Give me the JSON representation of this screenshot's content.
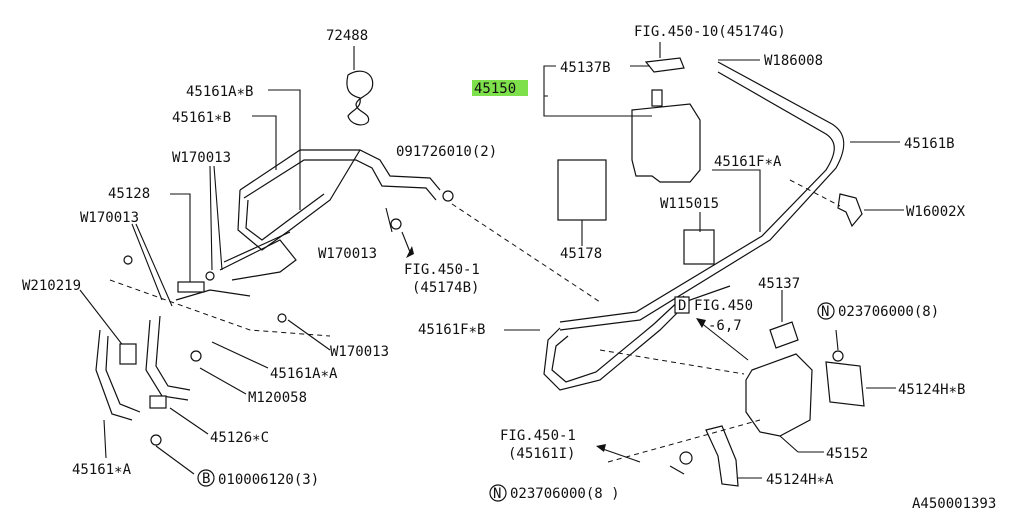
{
  "diagram": {
    "highlight_color": "#7ee04a",
    "footer_code": "A450001393",
    "labels": {
      "l72488": "72488",
      "l45161aB": "45161A∗B",
      "l45161B1": "45161∗B",
      "lW170013a": "W170013",
      "l45128": "45128",
      "lW170013b": "W170013",
      "lW210219": "W210219",
      "l091726010": "091726010(2)",
      "lW170013c": "W170013",
      "lfig4501a": "FIG.450-1",
      "l45174B": "(45174B)",
      "lW170013d": "W170013",
      "l45161aA": "45161A∗A",
      "lM120058": "M120058",
      "l45126c": "45126∗C",
      "l45161starA": "45161∗A",
      "l010006120": "010006120(3)",
      "lfig45010": "FIG.450-10(45174G)",
      "l45137B": "45137B",
      "l45150": "45150",
      "lW186008": "W186008",
      "l45161Bright": "45161B",
      "l45161FA": "45161F∗A",
      "lW115015": "W115015",
      "l45178": "45178",
      "lW16002X": "W16002X",
      "l45137": "45137",
      "lfig450d": "FIG.450",
      "lfig450d2": "-6,7",
      "l023706000a": "023706000(8)",
      "l45161FB": "45161F∗B",
      "l45124HB": "45124H∗B",
      "lfig4501b": "FIG.450-1",
      "l45161I": "(45161I)",
      "l45152": "45152",
      "l023706000b": "023706000(8 )",
      "l45124HA": "45124H∗A",
      "badgeD": "D",
      "badgeN1": "N",
      "badgeN2": "N",
      "badgeB": "B"
    }
  }
}
